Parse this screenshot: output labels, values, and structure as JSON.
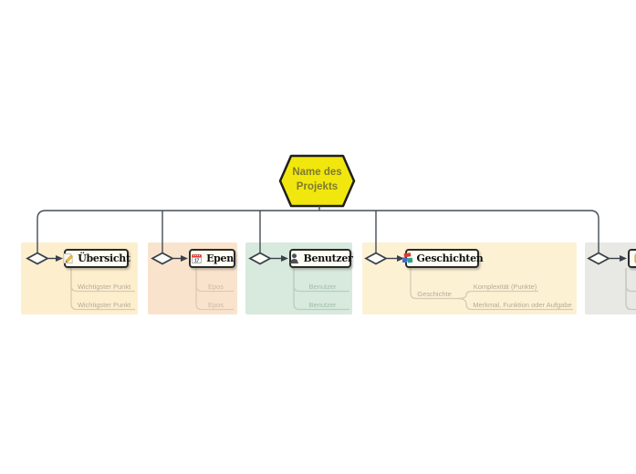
{
  "root": {
    "line1": "Name des",
    "line2": "Projekts",
    "shape": "hexagon",
    "fill_color": "#f1e70e",
    "border_color": "#1f1f1f",
    "text_color": "#7f7b2e"
  },
  "connector_color": "#454d55",
  "branches": [
    {
      "label": "Übersicht",
      "icon": "memo-icon",
      "section_color": "#fdeecd",
      "subtopics": [
        "Wichtigster Punkt",
        "Wichtigster Punkt"
      ]
    },
    {
      "label": "Epen",
      "icon": "calendar-icon",
      "icon_day": "17",
      "section_color": "#fae3cd",
      "subtopics": [
        "Epos",
        "Epos"
      ]
    },
    {
      "label": "Benutzer",
      "icon": "user-icon",
      "section_color": "#d8e9dd",
      "subtopics": [
        "Benutzer",
        "Benutzer"
      ]
    },
    {
      "label": "Geschichten",
      "icon": "books-icon",
      "section_color": "#fcf1d3",
      "subtopic": {
        "label": "Geschichte",
        "children": [
          "Komplexität (Punkte)",
          "Merkmal, Funktion oder Aufgabe"
        ]
      }
    },
    {
      "label": "",
      "icon": "partial-icon",
      "section_color": "#e8e8e4",
      "subtopics": []
    }
  ]
}
